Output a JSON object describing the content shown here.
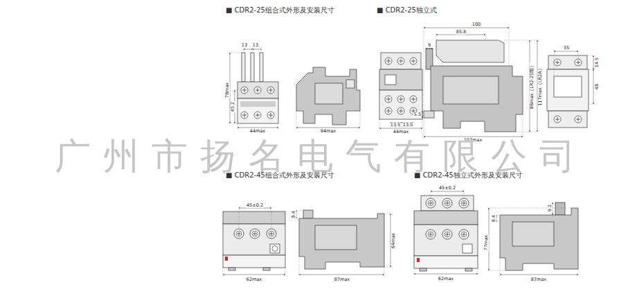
{
  "diagram": {
    "labels": [
      "■ CDR2-25组合式外形及安装尺寸",
      "■ CDR2-25独立式",
      "13",
      "13",
      "78max",
      "45.2",
      "44max",
      "94max",
      "13.5",
      "13.5",
      "44max",
      "100",
      "85.8",
      "9",
      "5.5",
      "86max（LR2-25组）",
      "117max（LR2A）",
      "107max",
      "35",
      "14.5",
      "48",
      "广州市扬名电气有限公司",
      "■ CDR2-45组合式外形及安装尺寸",
      "45±0.2",
      "8.4",
      "64max",
      "62max",
      "87max",
      "■ CDR2-45独立式外形及安装尺寸",
      "45±0.2",
      "8.4",
      "9.2",
      "77max",
      "62max",
      "87max"
    ]
  }
}
